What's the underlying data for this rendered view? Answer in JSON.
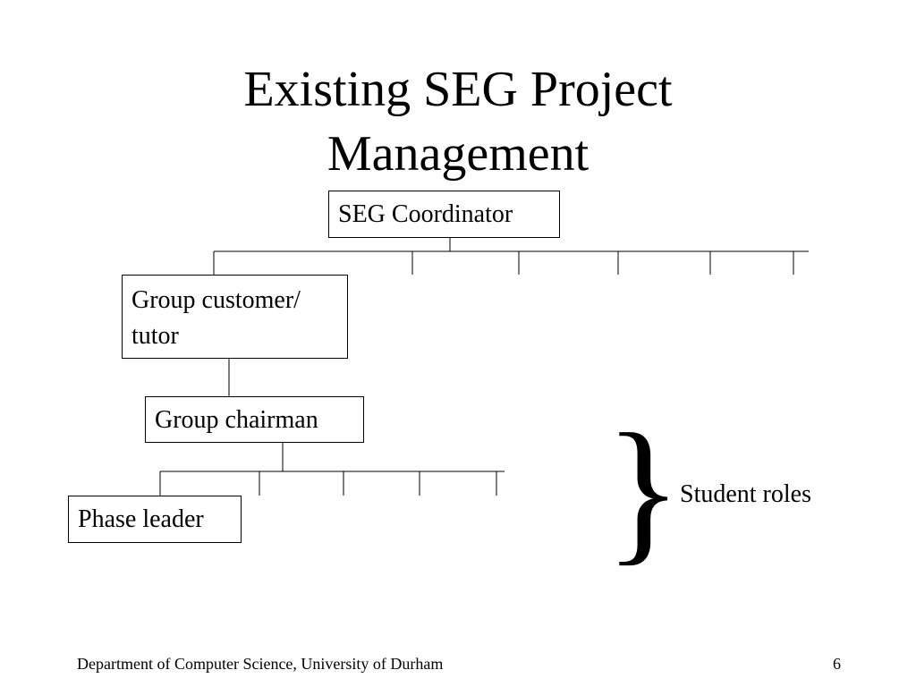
{
  "title": {
    "line1": "Existing SEG Project",
    "line2": "Management"
  },
  "boxes": {
    "coordinator": "SEG Coordinator",
    "customer_line1": "Group customer/",
    "customer_line2": "tutor",
    "chairman": "Group chairman",
    "phase_leader": "Phase leader"
  },
  "annotation": {
    "brace": "}",
    "label": "Student roles"
  },
  "footer": {
    "left": "Department of Computer Science, University of Durham",
    "page_number": "6"
  }
}
